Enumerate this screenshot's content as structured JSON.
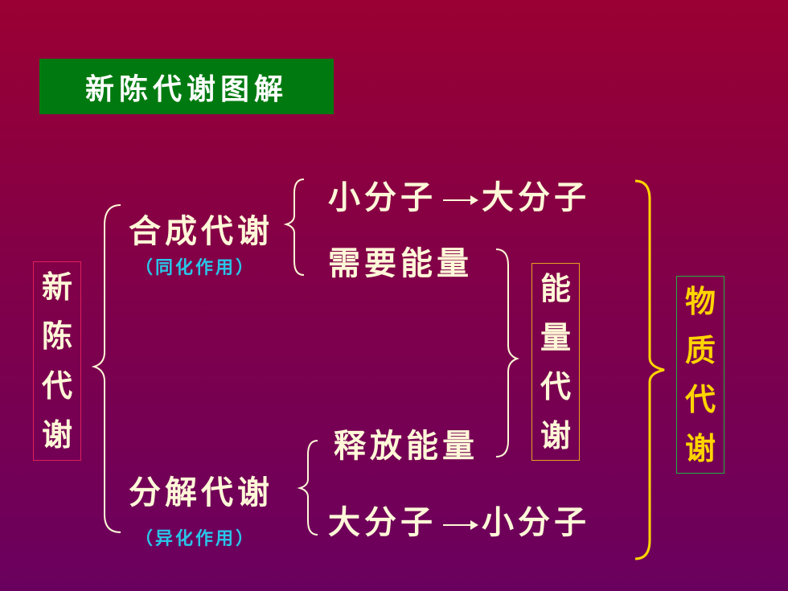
{
  "title": "新陈代谢图解",
  "left_label": [
    "新",
    "陈",
    "代",
    "谢"
  ],
  "anabolism": {
    "label": "合成代谢",
    "sub": "（同化作用）"
  },
  "catabolism": {
    "label": "分解代谢",
    "sub": "（异化作用）"
  },
  "small_to_large": {
    "from": "小分子",
    "to": "大分子"
  },
  "need_energy": "需要能量",
  "release_energy": "释放能量",
  "large_to_small": {
    "from": "大分子",
    "to": "小分子"
  },
  "energy_metabolism": [
    "能",
    "量",
    "代",
    "谢"
  ],
  "material_metabolism": [
    "物",
    "质",
    "代",
    "谢"
  ],
  "colors": {
    "title_bg": "#007a10",
    "left_border": "#e0205a",
    "energy_border": "#e8a020",
    "material_border": "#20b040",
    "material_text": "#ffd400",
    "subtitle": "#29c6e8",
    "main_text": "#fff8d8"
  }
}
